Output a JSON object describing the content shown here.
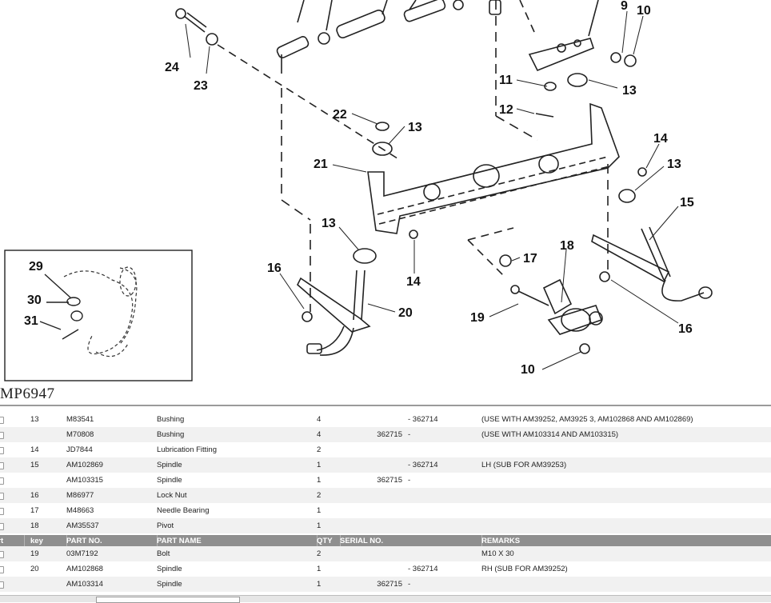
{
  "diagram": {
    "figure_id": "MP6947",
    "callouts": [
      "9",
      "10",
      "24",
      "23",
      "11",
      "13",
      "12",
      "22",
      "13",
      "21",
      "14",
      "13",
      "15",
      "13",
      "17",
      "18",
      "16",
      "14",
      "20",
      "19",
      "16",
      "10",
      "29",
      "30",
      "31"
    ]
  },
  "parts_table": {
    "header": {
      "part": "art",
      "key": "key",
      "part_no": "PART NO.",
      "part_name": "PART NAME",
      "qty": "QTY",
      "serial": "SERIAL NO.",
      "remarks": "REMARKS"
    },
    "rows_top": [
      {
        "key": "13",
        "part_no": "M83541",
        "part_name": "Bushing",
        "qty": "4",
        "serial_from": "",
        "serial_to": "- 362714",
        "remarks": "(USE WITH AM39252, AM3925 3, AM102868 AND AM102869)"
      },
      {
        "key": "",
        "part_no": "M70808",
        "part_name": "Bushing",
        "qty": "4",
        "serial_from": "362715",
        "serial_to": "-",
        "remarks": "(USE WITH AM103314 AND AM103315)"
      },
      {
        "key": "14",
        "part_no": "JD7844",
        "part_name": "Lubrication Fitting",
        "qty": "2",
        "serial_from": "",
        "serial_to": "",
        "remarks": ""
      },
      {
        "key": "15",
        "part_no": "AM102869",
        "part_name": "Spindle",
        "qty": "1",
        "serial_from": "",
        "serial_to": "- 362714",
        "remarks": "LH (SUB FOR AM39253)"
      },
      {
        "key": "",
        "part_no": "AM103315",
        "part_name": "Spindle",
        "qty": "1",
        "serial_from": "362715",
        "serial_to": "-",
        "remarks": ""
      },
      {
        "key": "16",
        "part_no": "M86977",
        "part_name": "Lock Nut",
        "qty": "2",
        "serial_from": "",
        "serial_to": "",
        "remarks": ""
      },
      {
        "key": "17",
        "part_no": "M48663",
        "part_name": "Needle Bearing",
        "qty": "1",
        "serial_from": "",
        "serial_to": "",
        "remarks": ""
      },
      {
        "key": "18",
        "part_no": "AM35537",
        "part_name": "Pivot",
        "qty": "1",
        "serial_from": "",
        "serial_to": "",
        "remarks": ""
      }
    ],
    "rows_bottom": [
      {
        "key": "19",
        "part_no": "03M7192",
        "part_name": "Bolt",
        "qty": "2",
        "serial_from": "",
        "serial_to": "",
        "remarks": "M10 X 30"
      },
      {
        "key": "20",
        "part_no": "AM102868",
        "part_name": "Spindle",
        "qty": "1",
        "serial_from": "",
        "serial_to": "- 362714",
        "remarks": "RH (SUB FOR AM39252)"
      },
      {
        "key": "",
        "part_no": "AM103314",
        "part_name": "Spindle",
        "qty": "1",
        "serial_from": "362715",
        "serial_to": "-",
        "remarks": ""
      }
    ]
  }
}
